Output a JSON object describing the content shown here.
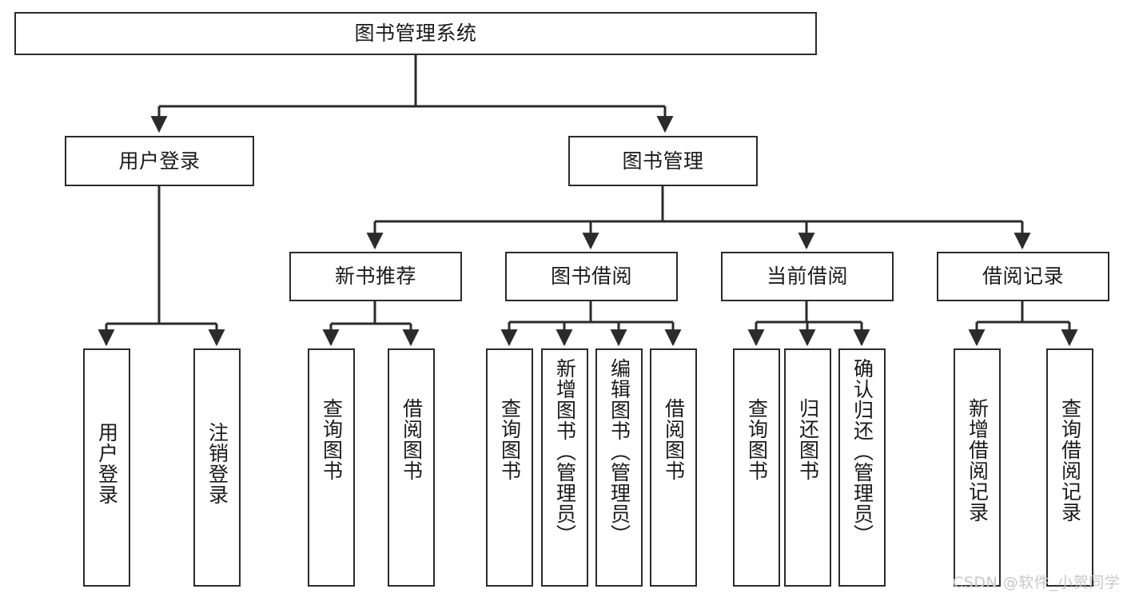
{
  "diagram": {
    "title": "图书管理系统",
    "watermark": "CSDN @软件_小贺同学",
    "line_color": "#2b2b2b",
    "box_fill": "#ffffff",
    "text_color": "#1a1a1a",
    "watermark_color": "#c8c8c8",
    "levels": {
      "root": {
        "label": "图书管理系统"
      },
      "level2": [
        {
          "id": "user-login",
          "label": "用户登录"
        },
        {
          "id": "book-management",
          "label": "图书管理"
        }
      ],
      "level3": [
        {
          "id": "new-book-recommend",
          "label": "新书推荐"
        },
        {
          "id": "book-borrow",
          "label": "图书借阅"
        },
        {
          "id": "current-borrow",
          "label": "当前借阅"
        },
        {
          "id": "borrow-record",
          "label": "借阅记录"
        }
      ],
      "leaves": [
        {
          "id": "leaf-user-login",
          "label": "用户登录",
          "parent": "user-login"
        },
        {
          "id": "leaf-logout-login",
          "label": "注销登录",
          "parent": "user-login"
        },
        {
          "id": "leaf-query-book-1",
          "label": "查询图书",
          "parent": "new-book-recommend"
        },
        {
          "id": "leaf-borrow-book-1",
          "label": "借阅图书",
          "parent": "new-book-recommend"
        },
        {
          "id": "leaf-query-book-2",
          "label": "查询图书",
          "parent": "book-borrow"
        },
        {
          "id": "leaf-add-book",
          "label": "新增图书（管理员）",
          "parent": "book-borrow"
        },
        {
          "id": "leaf-edit-book",
          "label": "编辑图书（管理员）",
          "parent": "book-borrow"
        },
        {
          "id": "leaf-borrow-book-2",
          "label": "借阅图书",
          "parent": "book-borrow"
        },
        {
          "id": "leaf-query-book-3",
          "label": "查询图书",
          "parent": "current-borrow"
        },
        {
          "id": "leaf-return-book",
          "label": "归还图书",
          "parent": "current-borrow"
        },
        {
          "id": "leaf-confirm-return",
          "label": "确认归还（管理员）",
          "parent": "current-borrow"
        },
        {
          "id": "leaf-add-record",
          "label": "新增借阅记录",
          "parent": "borrow-record"
        },
        {
          "id": "leaf-query-record",
          "label": "查询借阅记录",
          "parent": "borrow-record"
        }
      ]
    }
  }
}
